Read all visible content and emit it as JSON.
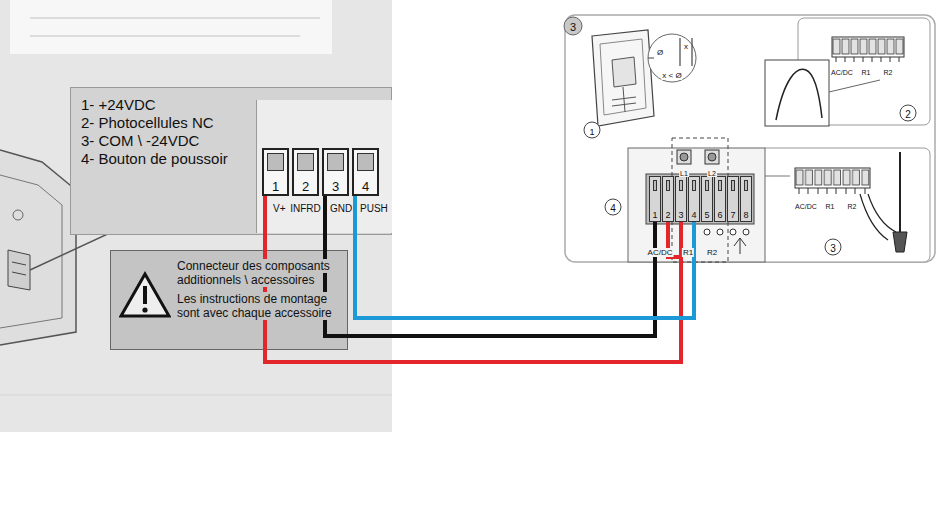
{
  "diagram": {
    "nodes": [
      {
        "text": [
          "1- +24VDC",
          "2- Photocellules NC",
          "3- COM \\ -24VDC",
          "4- Bouton de poussoir"
        ]
      },
      {
        "text": [
          "1"
        ],
        "in": 0
      },
      {
        "text": [
          "2"
        ],
        "in": 0
      },
      {
        "text": [
          "3"
        ],
        "in": 0
      },
      {
        "text": [
          "4"
        ],
        "in": 0
      },
      {
        "text": [
          "Connecteur des composants additionnels \\ accessoires",
          "Les instructions de montage sont avec chaque accessoire"
        ]
      },
      {
        "text": [
          "1"
        ]
      },
      {
        "text": [
          "2"
        ]
      },
      {
        "text": [
          "3"
        ]
      },
      {
        "text": [
          "4"
        ]
      },
      {
        "text": [
          "5"
        ]
      },
      {
        "text": [
          "6"
        ]
      },
      {
        "text": [
          "7"
        ]
      },
      {
        "text": [
          "8"
        ]
      }
    ],
    "edges": [
      {
        "from": 1,
        "to": 8,
        "arrow": "none"
      },
      {
        "from": 3,
        "to": 6,
        "arrow": "none"
      },
      {
        "from": 4,
        "to": 9,
        "arrow": "none"
      }
    ],
    "labels": [
      "V+",
      "INFRD",
      "GND",
      "PUSH",
      "3",
      "Ø",
      "x",
      "x < Ø",
      "1",
      "AC/DC",
      "R1",
      "R2",
      "2",
      "L1",
      "L2",
      "4",
      "AC/DC",
      "R1",
      "R2",
      "AC/DC",
      "R1",
      "R2",
      "3"
    ]
  }
}
